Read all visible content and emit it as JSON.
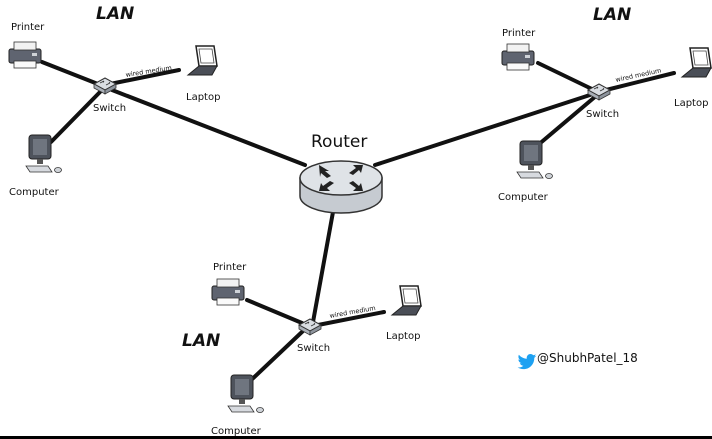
{
  "diagram": {
    "router": {
      "label": "Router"
    },
    "lans": [
      {
        "title": "LAN",
        "printer": "Printer",
        "laptop": "Laptop",
        "computer": "Computer",
        "switch": "Switch",
        "wired": "wired medium"
      },
      {
        "title": "LAN",
        "printer": "Printer",
        "laptop": "Laptop",
        "computer": "Computer",
        "switch": "Switch",
        "wired": "wired medium"
      },
      {
        "title": "LAN",
        "printer": "Printer",
        "laptop": "Laptop",
        "computer": "Computer",
        "switch": "Switch",
        "wired": "wired medium"
      }
    ],
    "credit": {
      "handle": "@ShubhPatel_18",
      "icon": "twitter-bird-icon",
      "icon_color": "#1DA1F2"
    }
  }
}
